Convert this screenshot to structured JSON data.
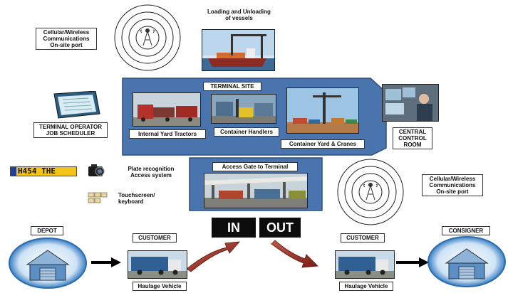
{
  "labels": {
    "cellular_top": "Cellular/Wireless\nCommunications\nOn-site port",
    "loading": "Loading and Unloading\nof vessels",
    "terminal_site": "TERMINAL SITE",
    "internal_yard": "Internal Yard Tractors",
    "container_handlers": "Container Handlers",
    "container_yard": "Container Yard & Cranes",
    "terminal_operator": "TERMINAL OPERATOR\nJOB SCHEDULER",
    "central_control": "CENTRAL\nCONTROL\nROOM",
    "plate_text": "H454 THE",
    "plate_recognition": "Plate recognition\nAccess system",
    "touchscreen": "Touchscreen/\nkeyboard",
    "access_gate": "Access Gate to Terminal",
    "cellular_right": "Cellular/Wireless\nCommunications\nOn-site port",
    "depot": "DEPOT",
    "customer_left": "CUSTOMER",
    "in": "IN",
    "out": "OUT",
    "customer_right": "CUSTOMER",
    "consigner": "CONSIGNER",
    "haulage_left": "Haulage Vehicle",
    "haulage_right": "Haulage Vehicle"
  },
  "colors": {
    "terminal_panel": "#4a74ad",
    "gate_panel": "#4a74ad",
    "in_out_bg": "#0c0c0c",
    "arrow_red": "#a0322a",
    "plate_yellow": "#f2c318"
  }
}
